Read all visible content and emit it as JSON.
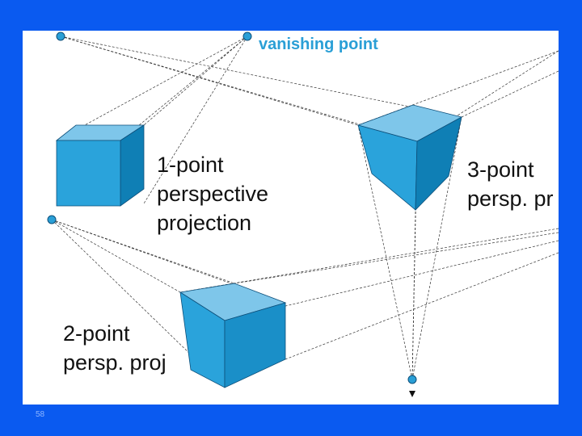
{
  "colors": {
    "background": "#0a5af0",
    "slide": "#ffffff",
    "accent": "#2a9fd6",
    "cube_front": "#2aa3db",
    "cube_top": "#7ec6ea",
    "cube_side": "#0f7fb5"
  },
  "diagram": {
    "vanishing_point_label": "vanishing point",
    "one_point": {
      "line1": "1-point",
      "line2": "perspective",
      "line3": "projection"
    },
    "three_point": {
      "line1": "3-point",
      "line2": "persp. pr"
    },
    "two_point": {
      "line1": "2-point",
      "line2": "persp. proj"
    }
  },
  "slide_number": "58"
}
